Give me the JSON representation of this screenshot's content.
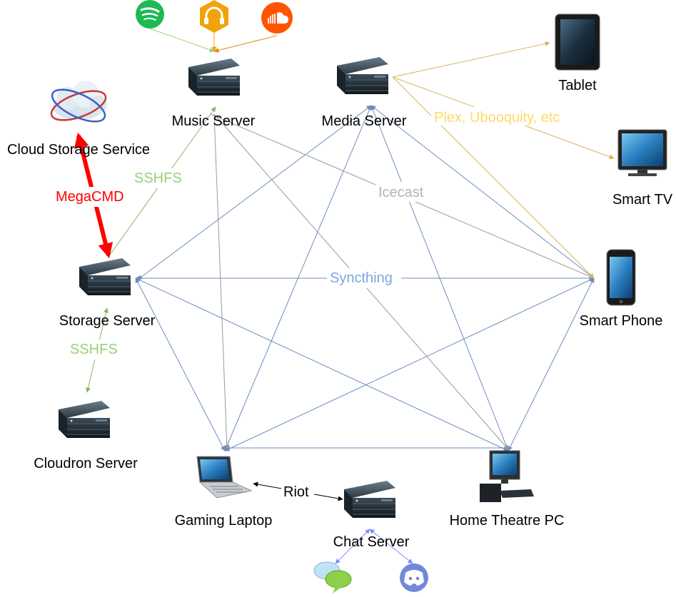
{
  "diagram": {
    "nodes": {
      "music_server": "Music Server",
      "media_server": "Media Server",
      "tablet": "Tablet",
      "smart_tv": "Smart TV",
      "cloud_storage": "Cloud Storage Service",
      "storage_server": "Storage Server",
      "smart_phone": "Smart Phone",
      "cloudron_server": "Cloudron Server",
      "gaming_laptop": "Gaming Laptop",
      "home_theatre_pc": "Home Theatre PC",
      "chat_server": "Chat Server"
    },
    "edge_labels": {
      "plex": "Plex, Ubooquity, etc",
      "icecast": "Icecast",
      "sshfs_music": "SSHFS",
      "megacmd": "MegaCMD",
      "syncthing": "Syncthing",
      "sshfs_cloudron": "SSHFS",
      "riot": "Riot"
    },
    "colors": {
      "syncthing": "#6c8ebf",
      "plex": "#d6b656",
      "plex_label": "#ffd966",
      "icecast": "#999999",
      "icecast_label": "#b3b3b3",
      "sshfs": "#82b366",
      "sshfs_label": "#97d077",
      "megacmd": "#ff0000",
      "riot": "#000000",
      "chat_apps": "#7f8cff",
      "spotify": "#1db954",
      "audiobook": "#f0a30a",
      "soundcloud": "#ff5500",
      "discord": "#7289da"
    },
    "icons": [
      "spotify-icon",
      "headphones-icon",
      "soundcloud-icon",
      "cloud-icon",
      "server-icon",
      "tablet-icon",
      "tv-icon",
      "phone-icon",
      "laptop-icon",
      "desktop-pc-icon",
      "chat-bubbles-icon",
      "discord-icon"
    ]
  }
}
